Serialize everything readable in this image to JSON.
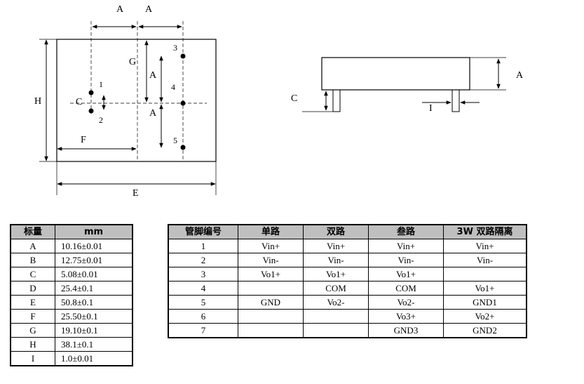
{
  "front_view": {
    "labels": {
      "A1": "A",
      "A2": "A",
      "G": "G",
      "A_v1": "A",
      "A_v2": "A",
      "C": "C",
      "H": "H",
      "F": "F",
      "E": "E"
    },
    "pins": [
      "1",
      "2",
      "3",
      "4",
      "5"
    ]
  },
  "side_view": {
    "labels": {
      "A": "A",
      "C": "C",
      "I": "I"
    }
  },
  "dimension_table": {
    "headers": [
      "标量",
      "mm"
    ],
    "rows": [
      [
        "A",
        "10.16±0.01"
      ],
      [
        "B",
        "12.75±0.01"
      ],
      [
        "C",
        "5.08±0.01"
      ],
      [
        "D",
        "25.4±0.1"
      ],
      [
        "E",
        "50.8±0.1"
      ],
      [
        "F",
        "25.50±0.1"
      ],
      [
        "G",
        "19.10±0.1"
      ],
      [
        "H",
        "38.1±0.1"
      ],
      [
        "I",
        "1.0±0.01"
      ]
    ]
  },
  "pin_table": {
    "headers": [
      "管脚编号",
      "单路",
      "双路",
      "叁路",
      "3W 双路隔离"
    ],
    "rows": [
      [
        "1",
        "Vin+",
        "Vin+",
        "Vin+",
        "Vin+"
      ],
      [
        "2",
        "Vin-",
        "Vin-",
        "Vin-",
        "Vin-"
      ],
      [
        "3",
        "Vo1+",
        "Vo1+",
        "Vo1+",
        ""
      ],
      [
        "4",
        "",
        "COM",
        "COM",
        "Vo1+"
      ],
      [
        "5",
        "GND",
        "Vo2-",
        "Vo2-",
        "GND1"
      ],
      [
        "6",
        "",
        "",
        "Vo3+",
        "Vo2+"
      ],
      [
        "7",
        "",
        "",
        "GND3",
        "GND2"
      ]
    ]
  }
}
